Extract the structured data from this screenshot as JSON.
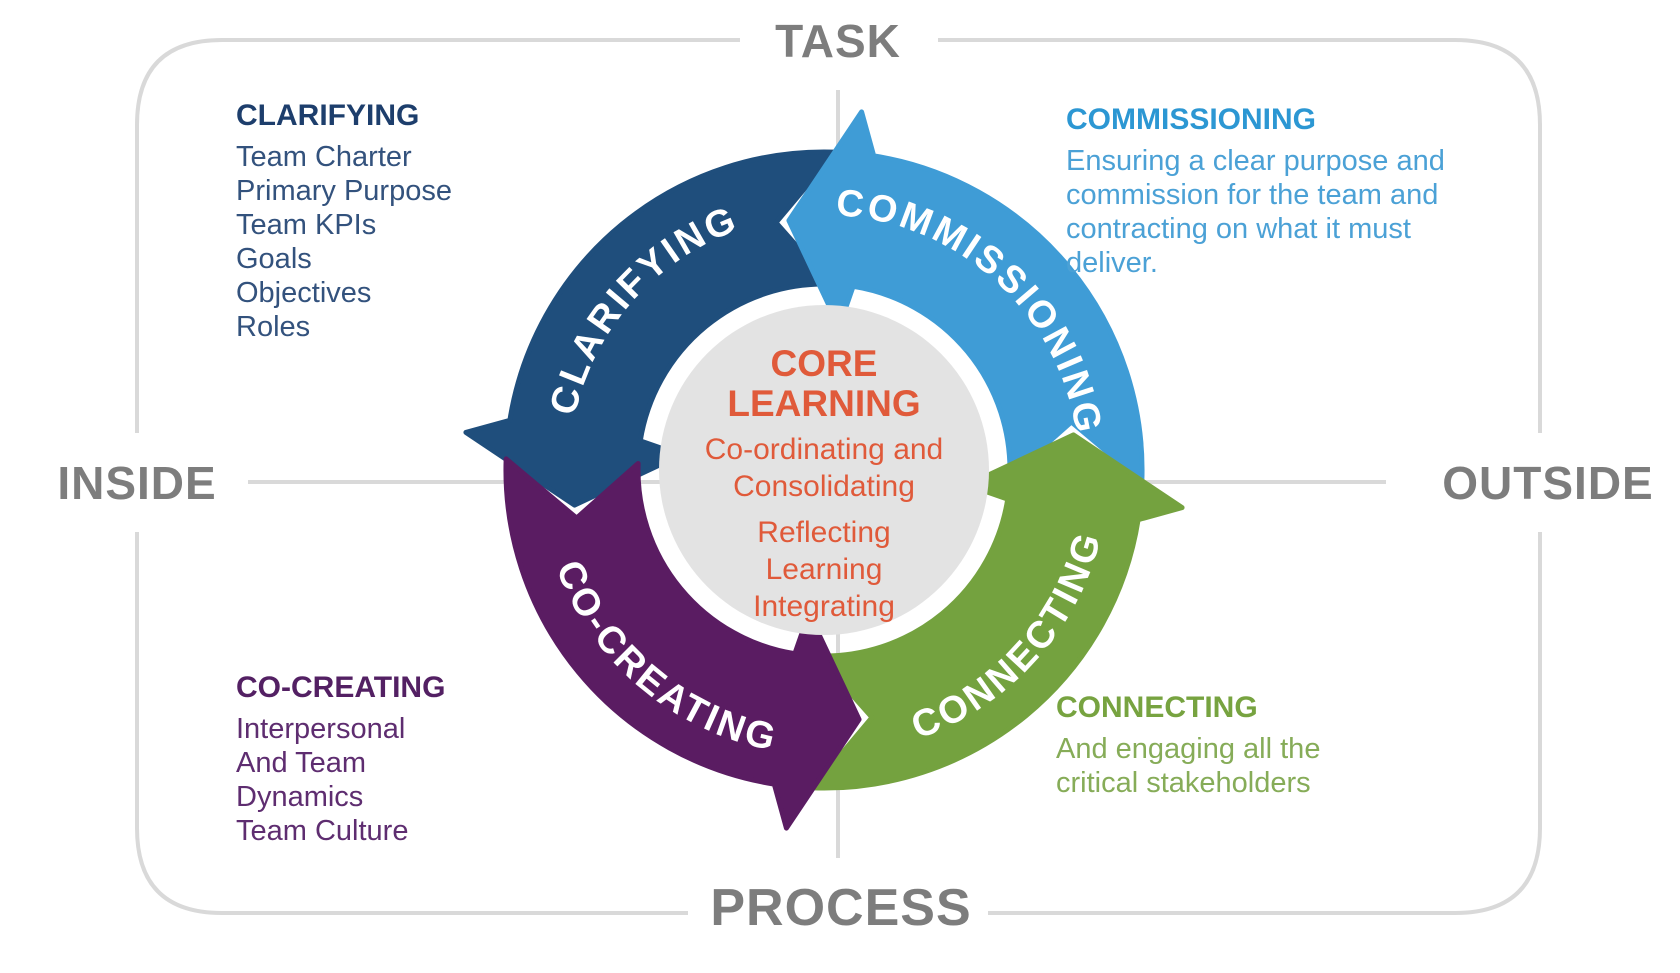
{
  "axes": {
    "top": "TASK",
    "bottom": "PROCESS",
    "left": "INSIDE",
    "right": "OUTSIDE"
  },
  "center": {
    "title_line1": "CORE",
    "title_line2": "LEARNING",
    "lines": [
      "Co-ordinating and",
      "Consolidating",
      "Reflecting",
      "Learning",
      "Integrating"
    ]
  },
  "arrows": {
    "clarifying": {
      "label": "CLARIFYING"
    },
    "commissioning": {
      "label": "COMMISSIONING"
    },
    "connecting": {
      "label": "CONNECTING"
    },
    "cocreating": {
      "label": "CO-CREATING"
    }
  },
  "blocks": {
    "clarifying": {
      "heading": "CLARIFYING",
      "items": [
        "Team Charter",
        "Primary Purpose",
        "Team KPIs",
        "Goals",
        "Objectives",
        "Roles"
      ]
    },
    "commissioning": {
      "heading": "COMMISSIONING",
      "lines": [
        "Ensuring a clear purpose and",
        "commission for the team and",
        "contracting on what it must",
        "deliver."
      ]
    },
    "cocreating": {
      "heading": "CO-CREATING",
      "items": [
        "Interpersonal",
        "And Team",
        "Dynamics",
        "Team Culture"
      ]
    },
    "connecting": {
      "heading": "CONNECTING",
      "lines": [
        "And engaging all the",
        "critical stakeholders"
      ]
    }
  },
  "colors": {
    "clarifying_arrow": "#1f4e7c",
    "commissioning_arrow": "#3f9cd6",
    "connecting_arrow": "#74a23f",
    "cocreating_arrow": "#5a1c62",
    "clarifying_heading": "#1d3e6c",
    "clarifying_body": "#33527d",
    "commissioning_heading": "#2c97d3",
    "commissioning_body": "#4ba1d6",
    "connecting_heading": "#77a340",
    "connecting_body": "#86ac58",
    "cocreating_heading": "#532063",
    "cocreating_body": "#5e2d70",
    "center_text": "#e05a3a",
    "axis_label": "#7d7d7d",
    "frame_line": "#d9d9d9",
    "center_circle": "#e3e3e3",
    "arrow_label_text": "#ffffff"
  }
}
